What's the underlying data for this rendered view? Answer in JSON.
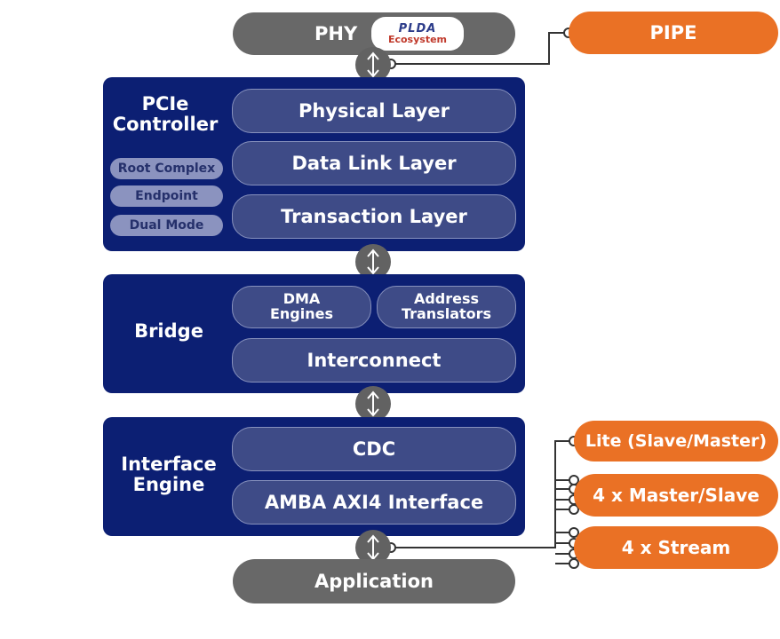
{
  "phy": {
    "label": "PHY",
    "logo_text": "PLDA",
    "logo_subtext": "Ecosystem"
  },
  "pipe": {
    "label": "PIPE"
  },
  "controller": {
    "title_line1": "PCIe",
    "title_line2": "Controller",
    "modes": [
      "Root Complex",
      "Endpoint",
      "Dual Mode"
    ],
    "layers": [
      "Physical Layer",
      "Data Link Layer",
      "Transaction Layer"
    ]
  },
  "bridge": {
    "title": "Bridge",
    "dma_line1": "DMA",
    "dma_line2": "Engines",
    "addr_line1": "Address",
    "addr_line2": "Translators",
    "interconnect": "Interconnect"
  },
  "interface_engine": {
    "title_line1": "Interface",
    "title_line2": "Engine",
    "cdc": "CDC",
    "amba": "AMBA AXI4 Interface"
  },
  "application": {
    "label": "Application"
  },
  "axi_outputs": [
    "Lite (Slave/Master)",
    "4 x Master/Slave",
    "4 x Stream"
  ],
  "colors": {
    "block": "#0c1f73",
    "layer": "#3e4b87",
    "gray": "#686868",
    "orange": "#ea7125",
    "mode": "#8b93bf"
  }
}
